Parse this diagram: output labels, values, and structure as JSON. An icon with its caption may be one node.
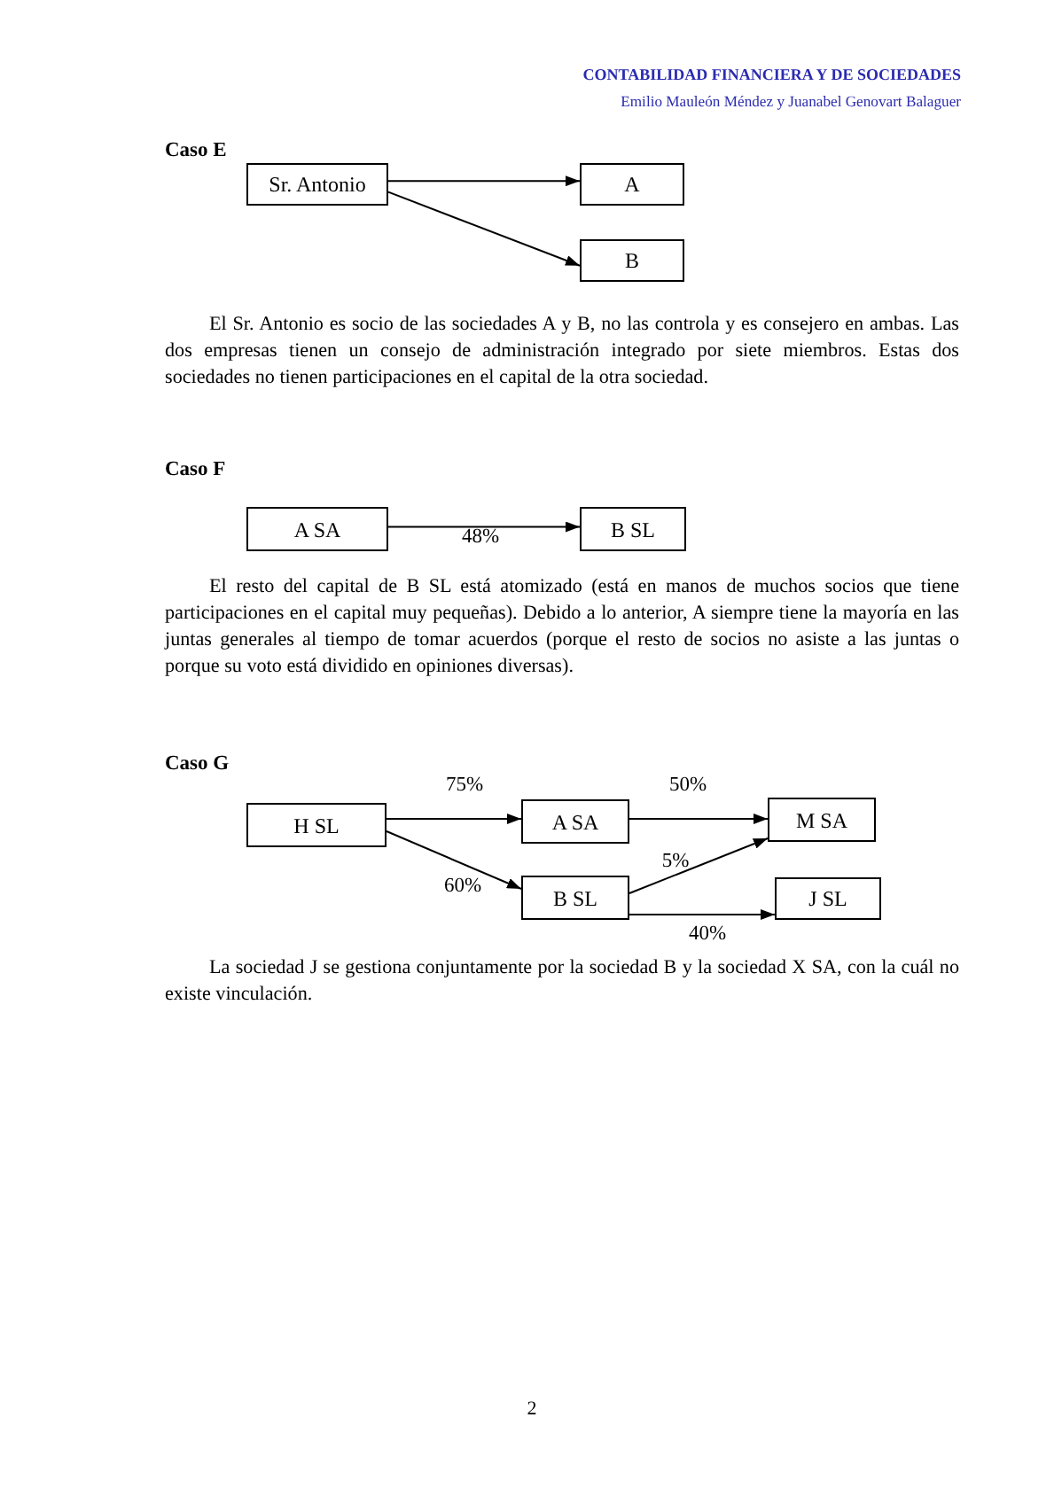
{
  "diagram": {
    "nodes": [
      {
        "text": [
          "Sr. Antonio"
        ]
      },
      {
        "text": [
          "A"
        ]
      },
      {
        "text": [
          "B"
        ]
      },
      {
        "text": [
          "A SA"
        ]
      },
      {
        "text": [
          "B SL"
        ]
      },
      {
        "text": [
          "H SL"
        ]
      },
      {
        "text": [
          "A SA"
        ]
      },
      {
        "text": [
          "M SA"
        ]
      },
      {
        "text": [
          "B SL"
        ]
      },
      {
        "text": [
          "J SL"
        ]
      }
    ],
    "edges": [
      {
        "from": 0,
        "to": 1,
        "arrow": "to"
      },
      {
        "from": 0,
        "to": 2,
        "arrow": "to"
      },
      {
        "from": 3,
        "to": 4,
        "arrow": "to",
        "label": "48%"
      },
      {
        "from": 5,
        "to": 6,
        "arrow": "to",
        "label": "75%"
      },
      {
        "from": 5,
        "to": 8,
        "arrow": "to",
        "label": "60%"
      },
      {
        "from": 6,
        "to": 7,
        "arrow": "to",
        "label": "50%"
      },
      {
        "from": 8,
        "to": 7,
        "arrow": "to",
        "label": "5%"
      },
      {
        "from": 8,
        "to": 9,
        "arrow": "to",
        "label": "40%"
      }
    ],
    "labels": [
      "CONTABILIDAD FINANCIERA Y DE SOCIEDADES",
      "Emilio Mauleón Méndez y Juanabel Genovart Balaguer",
      "Caso E",
      "El Sr. Antonio es socio de las sociedades A y B, no las controla y es consejero en ambas. Las dos empresas tienen un consejo de administración integrado por siete miembros. Estas dos sociedades no tienen participaciones en el capital de la otra sociedad.",
      "Caso F",
      "El resto del capital de B SL está atomizado (está en manos de muchos socios que tiene participaciones en el capital muy pequeñas). Debido a lo anterior, A siempre tiene la mayoría en las juntas generales al tiempo de tomar acuerdos (porque el resto de socios no asiste a las juntas o porque su voto está dividido en opiniones diversas).",
      "Caso G",
      "La sociedad J se gestiona conjuntamente por la sociedad B y la sociedad X SA, con la cuál no existe vinculación.",
      "2"
    ]
  }
}
